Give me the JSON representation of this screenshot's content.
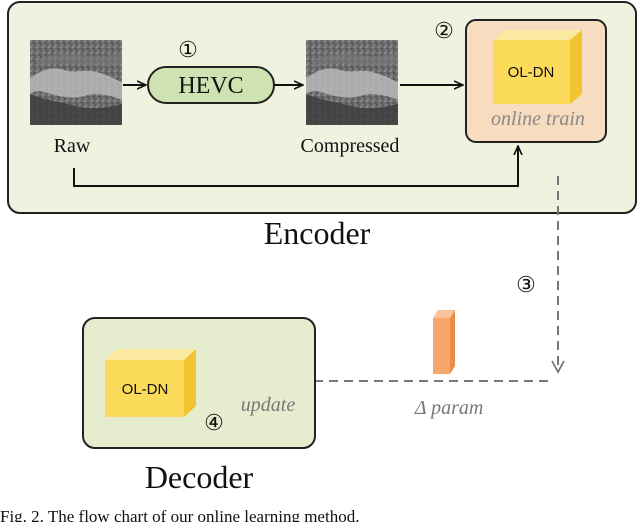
{
  "step_markers": [
    "①",
    "②",
    "③",
    "④"
  ],
  "encoder": {
    "title": "Encoder",
    "raw_label": "Raw",
    "codec_label": "HEVC",
    "compressed_label": "Compressed",
    "network_label": "OL-DN",
    "train_label": "online train"
  },
  "transfer": {
    "param_label": "Δ param"
  },
  "decoder": {
    "title": "Decoder",
    "network_label": "OL-DN",
    "update_label": "update"
  },
  "caption": "Fig. 2.  The flow chart of our online learning method.",
  "colors": {
    "encoder_bg": "#eef2df",
    "decoder_bg": "#e6edcf",
    "codec_fill": "#cfe3b2",
    "train_bg": "#f8dcc0",
    "cube_front": "#fddb5a",
    "cube_top": "#fce9a0",
    "cube_side": "#f2c431",
    "param_front": "#f6a66a",
    "arrow_dashed": "#777777"
  }
}
